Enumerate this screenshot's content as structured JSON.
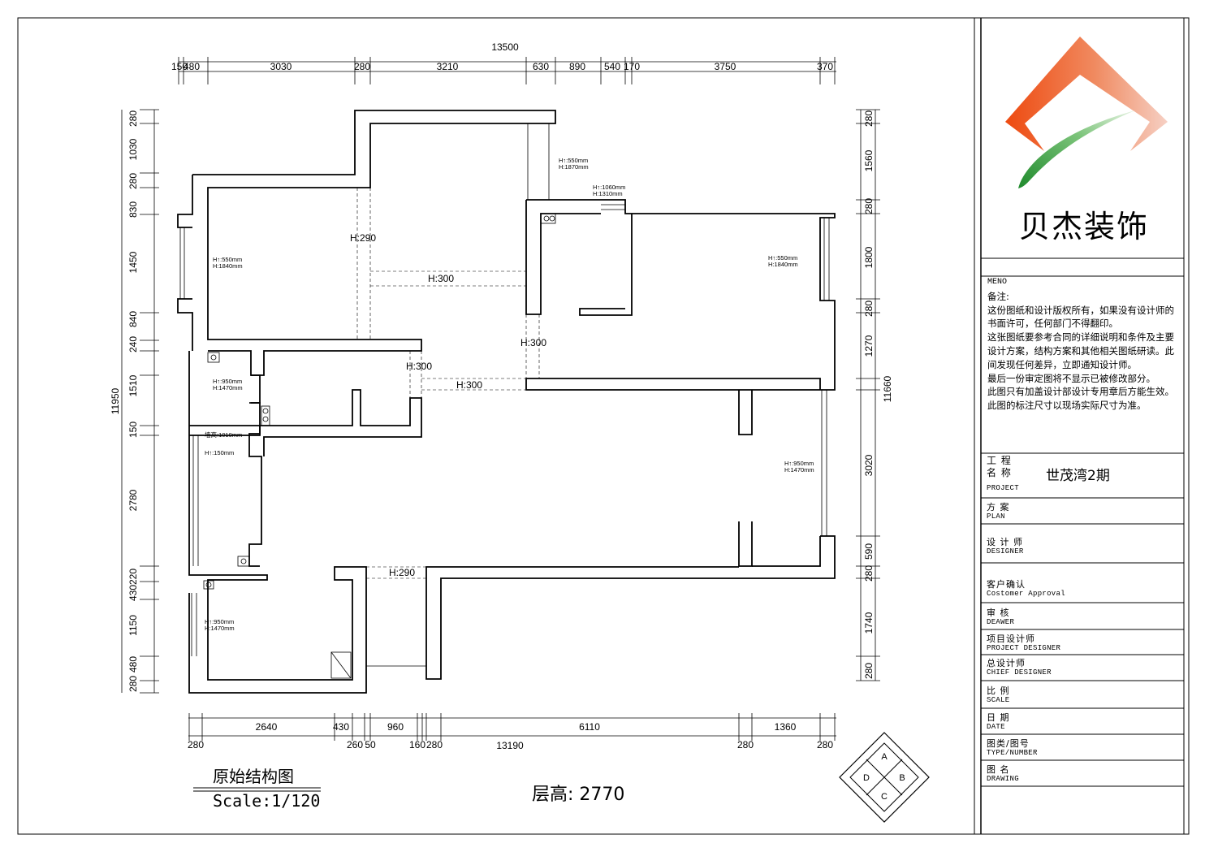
{
  "brand": {
    "name": "贝杰装饰",
    "logo": {
      "orange": "#ee5a22",
      "green": "#2a9a3a",
      "pink": "#f0b0a0"
    }
  },
  "notes": {
    "heading": "MENO",
    "label": "备注:",
    "lines": [
      "这份图纸和设计版权所有，如果没有设计师的书面许可，任何部门不得翻印。",
      "这张图纸要参考合同的详细说明和条件及主要设计方案，结构方案和其他相关图纸研读。此间发现任何差异，立即通知设计师。",
      "最后一份审定图将不显示已被修改部分。",
      "此图只有加盖设计部设计专用章后方能生效。",
      "此图的标注尺寸以现场实际尺寸为准。"
    ]
  },
  "title_block": {
    "project_cn": "工 程\n名 称",
    "project_en": "PROJECT",
    "project_value": "世茂湾2期",
    "rows": [
      {
        "cn": "方 案",
        "en": "PLAN"
      },
      {
        "cn": "设 计 师",
        "en": "DESIGNER"
      },
      {
        "cn": "客户确认",
        "en": "Costomer Approval"
      },
      {
        "cn": "审 核",
        "en": "DEAWER"
      },
      {
        "cn": "项目设计师",
        "en": "PROJECT DESIGNER"
      },
      {
        "cn": "总设计师",
        "en": "CHIEF DESIGNER"
      },
      {
        "cn": "比 例",
        "en": "SCALE"
      },
      {
        "cn": "日 期",
        "en": "DATE"
      },
      {
        "cn": "图类/图号",
        "en": "TYPE/NUMBER"
      },
      {
        "cn": "图 名",
        "en": "DRAWING"
      }
    ]
  },
  "drawing": {
    "title": "原始结构图",
    "scale": "Scale:1/120",
    "floor_height": "层高: 2770",
    "top_total": "13500",
    "top_dims": [
      "150",
      "480",
      "3030",
      "280",
      "3210",
      "630",
      "890",
      "540",
      "170",
      "3750",
      "370"
    ],
    "bottom_total": "13190",
    "bottom_dims_upper": [
      "2640",
      "430",
      "960",
      "6110",
      "1360"
    ],
    "bottom_dims_lower": [
      "280",
      "260",
      "50",
      "160",
      "280",
      "280",
      "280"
    ],
    "left_total": "11950",
    "left_dims": [
      "280",
      "1030",
      "280",
      "830",
      "1450",
      "840",
      "240",
      "1510",
      "150",
      "2780",
      "220",
      "430",
      "1150",
      "480",
      "280"
    ],
    "right_total": "11660",
    "right_dims": [
      "280",
      "1560",
      "280",
      "1800",
      "280",
      "1270",
      "3020",
      "590",
      "280",
      "1740",
      "280"
    ],
    "beams": [
      "H:290",
      "H:300",
      "H:300",
      "H:300",
      "H:300",
      "H:290"
    ],
    "window_notes": [
      "H↑:550mm\nH:1840mm",
      "H↑:550mm\nH:1870mm",
      "H↑:1060mm\nH:1310mm",
      "H↑:550mm\nH:1840mm",
      "H↑:950mm\nH:1470mm",
      "墙高:1010mm",
      "H↑:150mm",
      "H↑:950mm\nH:1470mm",
      "H↑:950mm\nH:1470mm"
    ],
    "compass": [
      "A",
      "B",
      "C",
      "D"
    ]
  }
}
